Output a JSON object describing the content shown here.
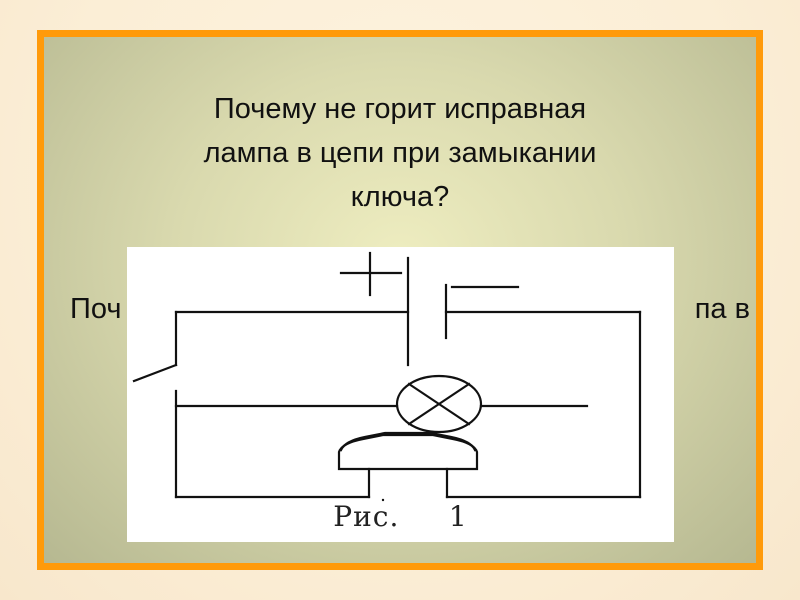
{
  "slide": {
    "question": "Почему не горит исправная лампа в  цепи при замыкании ключа?",
    "question_lines": [
      "Почему не горит исправная",
      "лампа в  цепи при замыкании",
      "ключа?"
    ],
    "hidden_line_left": "Поч",
    "hidden_line_right": "па в",
    "colors": {
      "border": "#ff9a0a",
      "panel": "#d9d9ae",
      "background": "#fdf3df",
      "figure_bg": "#ffffff",
      "ink": "#111111"
    }
  },
  "figure": {
    "caption": "Рис.     1",
    "components": [
      "battery",
      "switch",
      "lamp",
      "bell-button"
    ],
    "battery": {
      "plus_label": "+",
      "minus_label": "−"
    }
  }
}
